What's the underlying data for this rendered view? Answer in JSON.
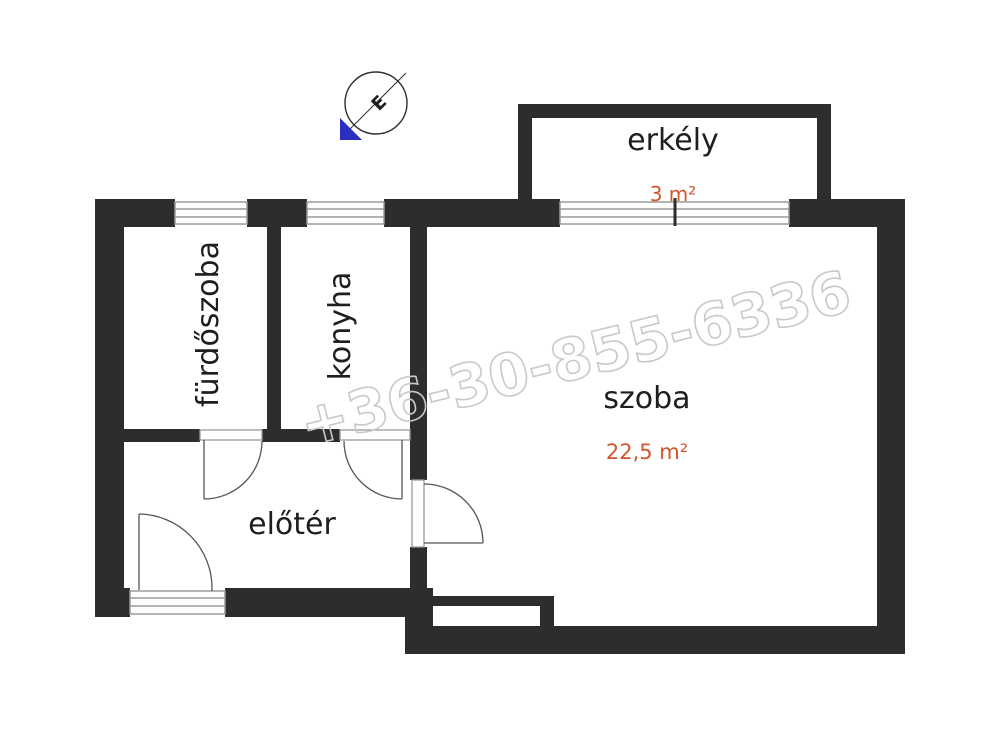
{
  "rooms": {
    "bathroom": {
      "name": "fürdőszoba"
    },
    "kitchen": {
      "name": "konyha"
    },
    "room": {
      "name": "szoba",
      "area": "22,5 m²"
    },
    "hallway": {
      "name": "előtér"
    },
    "balcony": {
      "name": "erkély",
      "area": "3 m²"
    }
  },
  "compass": {
    "letter": "E"
  },
  "watermark": {
    "phone": "+36-30-855-6336"
  },
  "colors": {
    "wall": "#2d2d2d",
    "area_text": "#d2552c",
    "compass_marker": "#2a2fbf",
    "window_frame": "#9a9a9a",
    "watermark": "#c9c9c9"
  }
}
